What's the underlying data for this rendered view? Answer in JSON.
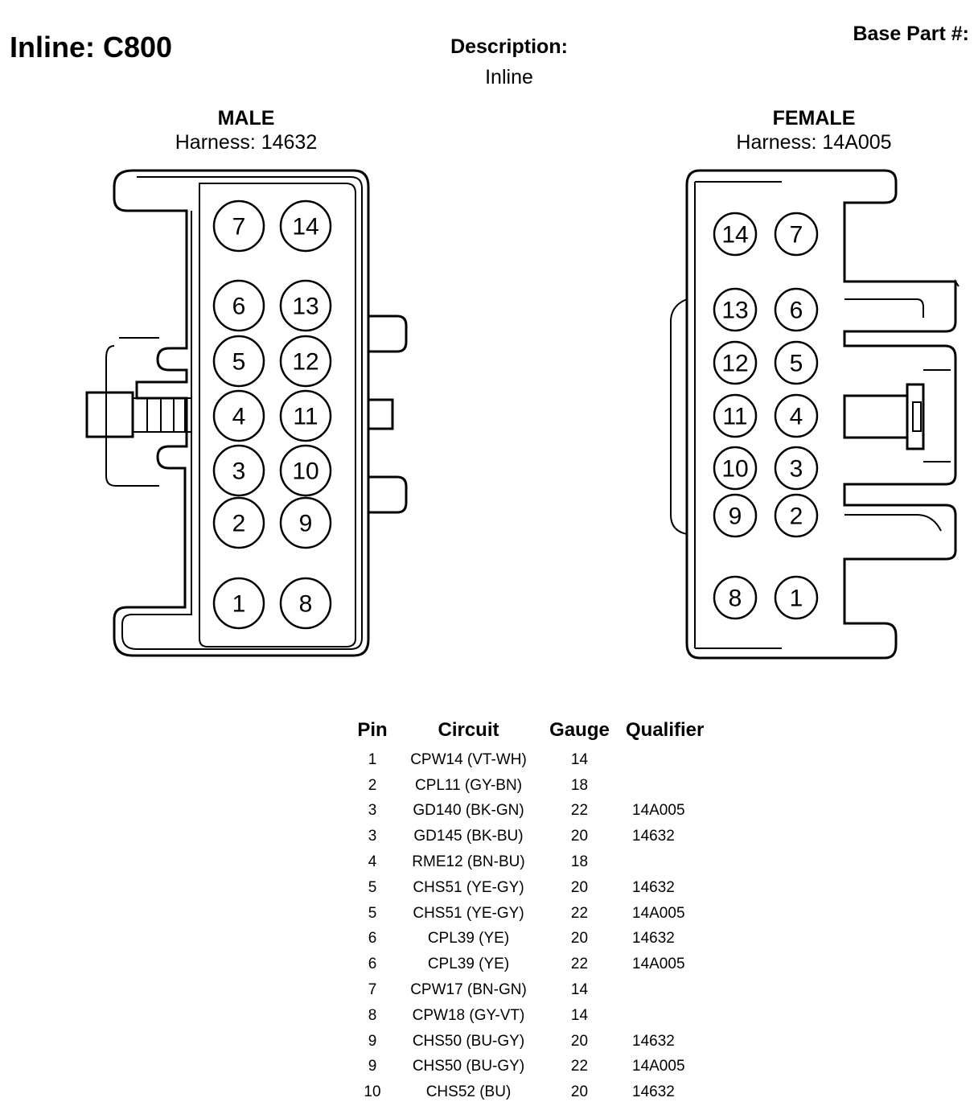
{
  "header": {
    "title": "Inline: C800",
    "description_label": "Description:",
    "description_value": "Inline",
    "base_part_label": "Base Part #:"
  },
  "male": {
    "title": "MALE",
    "harness": "Harness: 14632",
    "pins": [
      "7",
      "14",
      "6",
      "13",
      "5",
      "12",
      "4",
      "11",
      "3",
      "10",
      "2",
      "9",
      "1",
      "8"
    ]
  },
  "female": {
    "title": "FEMALE",
    "harness": "Harness: 14A005",
    "pins": [
      "14",
      "7",
      "13",
      "6",
      "12",
      "5",
      "11",
      "4",
      "10",
      "3",
      "9",
      "2",
      "8",
      "1"
    ]
  },
  "table": {
    "headers": {
      "pin": "Pin",
      "circuit": "Circuit",
      "gauge": "Gauge",
      "qualifier": "Qualifier"
    },
    "rows": [
      {
        "pin": "1",
        "circuit": "CPW14 (VT-WH)",
        "gauge": "14",
        "qualifier": ""
      },
      {
        "pin": "2",
        "circuit": "CPL11 (GY-BN)",
        "gauge": "18",
        "qualifier": ""
      },
      {
        "pin": "3",
        "circuit": "GD140 (BK-GN)",
        "gauge": "22",
        "qualifier": "14A005"
      },
      {
        "pin": "3",
        "circuit": "GD145 (BK-BU)",
        "gauge": "20",
        "qualifier": "14632"
      },
      {
        "pin": "4",
        "circuit": "RME12 (BN-BU)",
        "gauge": "18",
        "qualifier": ""
      },
      {
        "pin": "5",
        "circuit": "CHS51 (YE-GY)",
        "gauge": "20",
        "qualifier": "14632"
      },
      {
        "pin": "5",
        "circuit": "CHS51 (YE-GY)",
        "gauge": "22",
        "qualifier": "14A005"
      },
      {
        "pin": "6",
        "circuit": "CPL39 (YE)",
        "gauge": "20",
        "qualifier": "14632"
      },
      {
        "pin": "6",
        "circuit": "CPL39 (YE)",
        "gauge": "22",
        "qualifier": "14A005"
      },
      {
        "pin": "7",
        "circuit": "CPW17 (BN-GN)",
        "gauge": "14",
        "qualifier": ""
      },
      {
        "pin": "8",
        "circuit": "CPW18 (GY-VT)",
        "gauge": "14",
        "qualifier": ""
      },
      {
        "pin": "9",
        "circuit": "CHS50 (BU-GY)",
        "gauge": "20",
        "qualifier": "14632"
      },
      {
        "pin": "9",
        "circuit": "CHS50 (BU-GY)",
        "gauge": "22",
        "qualifier": "14A005"
      },
      {
        "pin": "10",
        "circuit": "CHS52 (BU)",
        "gauge": "20",
        "qualifier": "14632"
      }
    ]
  }
}
